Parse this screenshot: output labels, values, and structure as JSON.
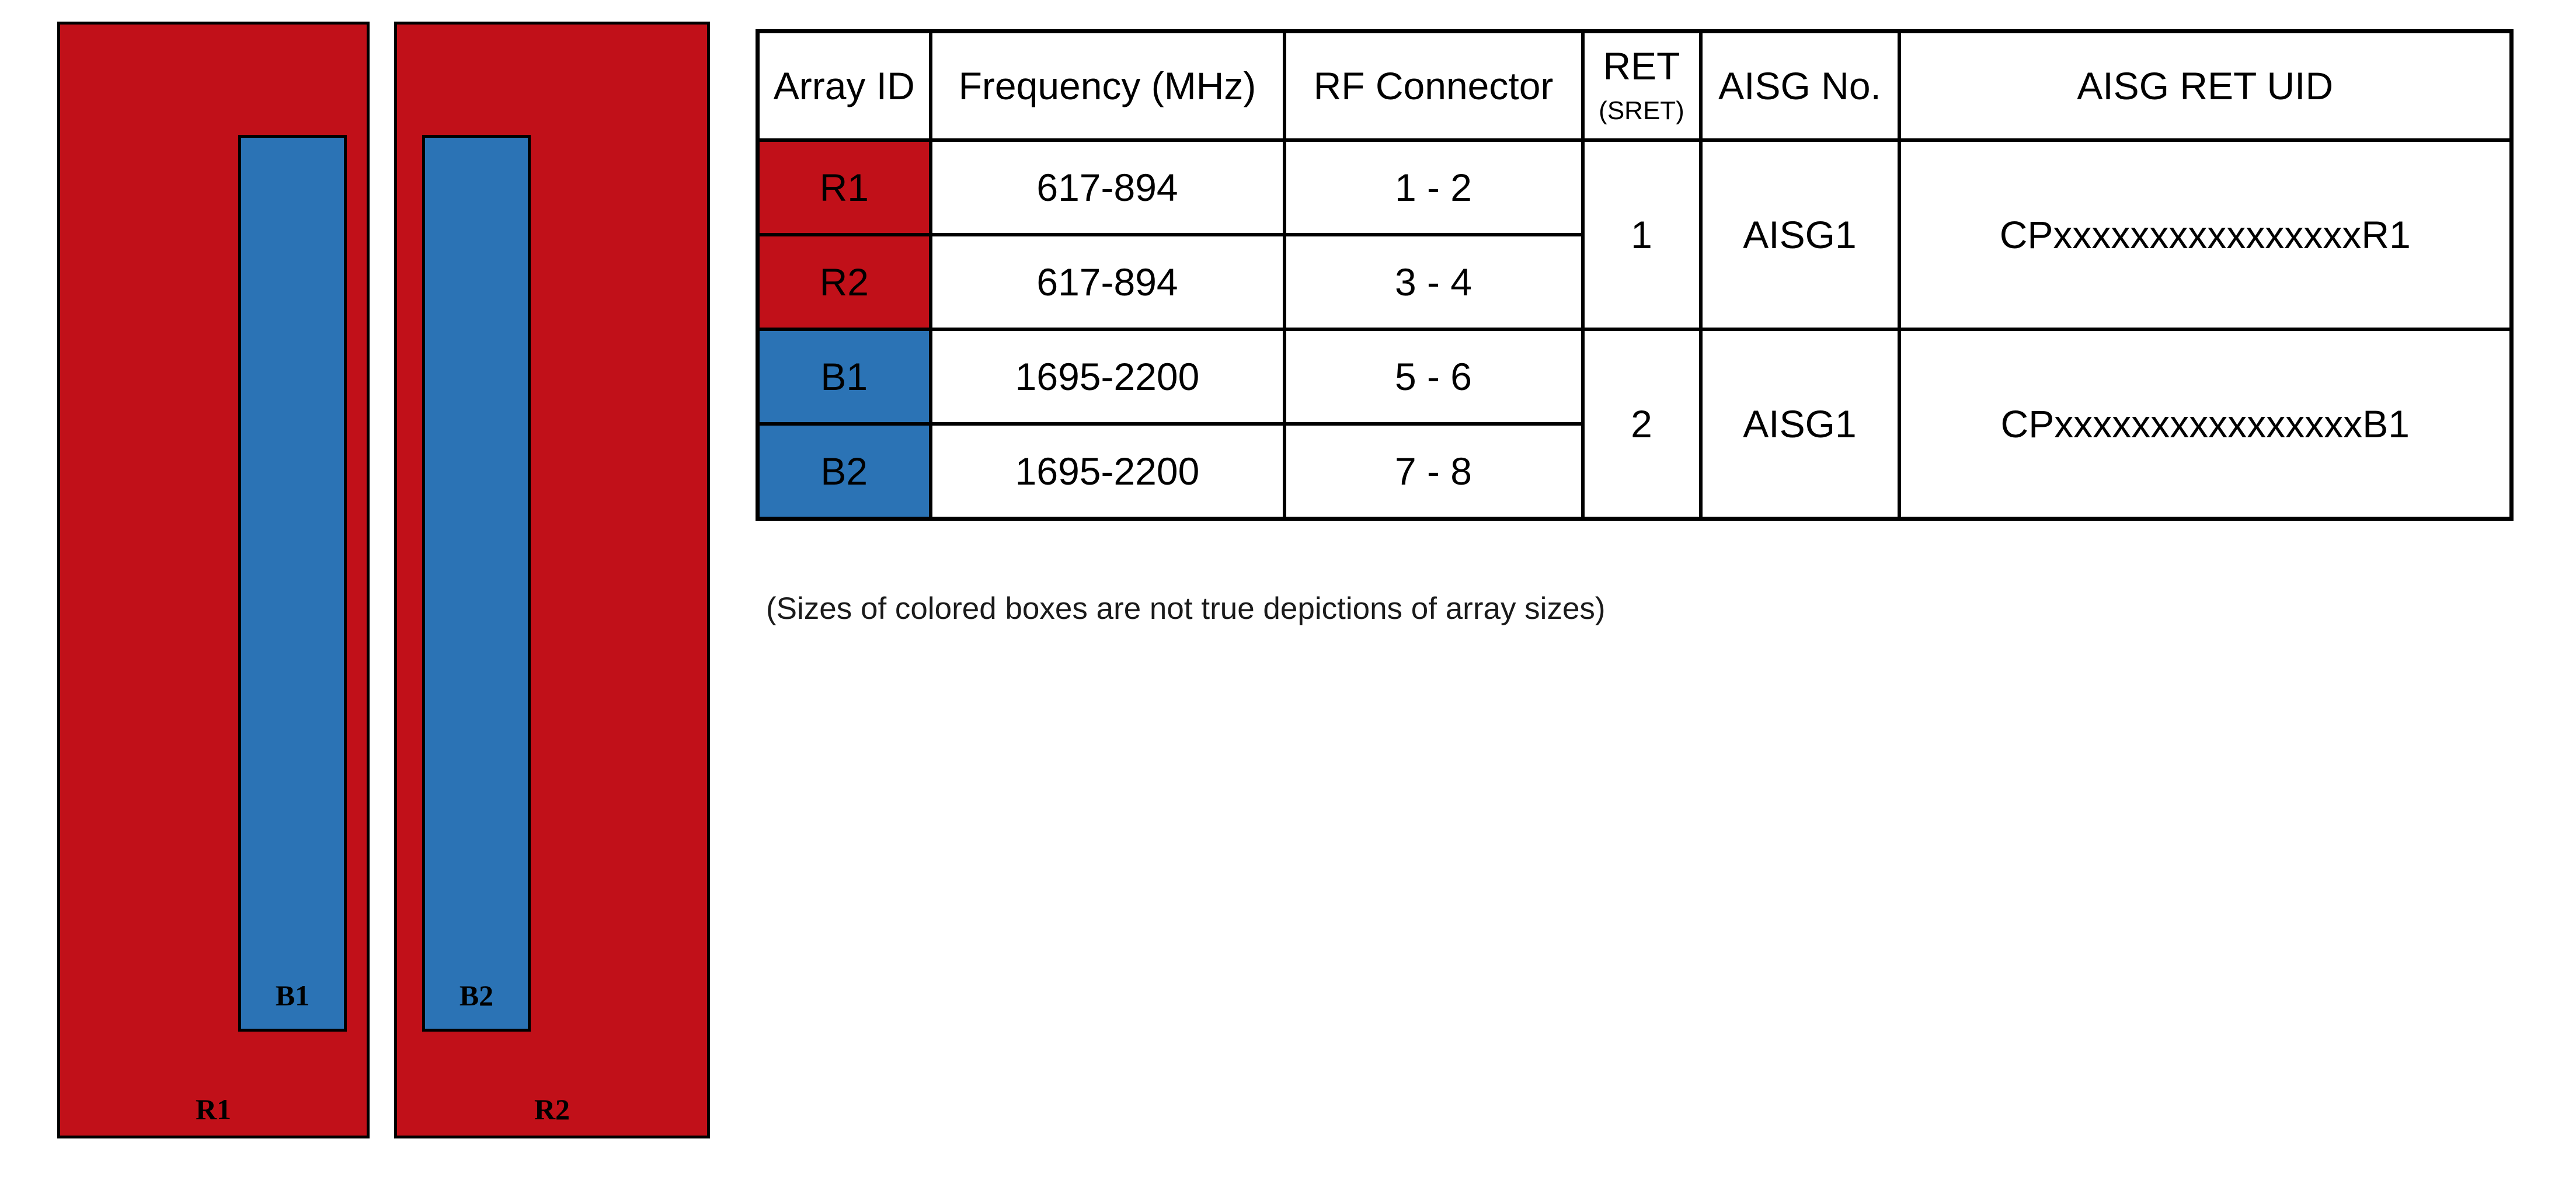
{
  "colors": {
    "array_red": "#C11019",
    "array_blue": "#2B73B5",
    "border": "#000000",
    "page_background": "#FFFFFF"
  },
  "diagram": {
    "panels": [
      {
        "outer_label": "R1",
        "inner_label": "B1"
      },
      {
        "outer_label": "R2",
        "inner_label": "B2"
      }
    ]
  },
  "table": {
    "columns": [
      {
        "label": "Array ID"
      },
      {
        "label": "Frequency (MHz)"
      },
      {
        "label": "RF Connector"
      },
      {
        "label": "RET",
        "sublabel": "(SRET)"
      },
      {
        "label": "AISG No."
      },
      {
        "label": "AISG RET UID"
      }
    ],
    "rows": [
      {
        "array_id": "R1",
        "color": "#C11019",
        "frequency_mhz": "617-894",
        "rf_connector": "1 - 2"
      },
      {
        "array_id": "R2",
        "color": "#C11019",
        "frequency_mhz": "617-894",
        "rf_connector": "3 - 4"
      },
      {
        "array_id": "B1",
        "color": "#2B73B5",
        "frequency_mhz": "1695-2200",
        "rf_connector": "5 - 6"
      },
      {
        "array_id": "B2",
        "color": "#2B73B5",
        "frequency_mhz": "1695-2200",
        "rf_connector": "7 - 8"
      }
    ],
    "ret_groups": [
      {
        "ret": "1",
        "aisg_no": "AISG1",
        "aisg_ret_uid": "CPxxxxxxxxxxxxxxxxR1"
      },
      {
        "ret": "2",
        "aisg_no": "AISG1",
        "aisg_ret_uid": "CPxxxxxxxxxxxxxxxxB1"
      }
    ]
  },
  "note": "(Sizes of colored boxes are not true depictions of array sizes)"
}
